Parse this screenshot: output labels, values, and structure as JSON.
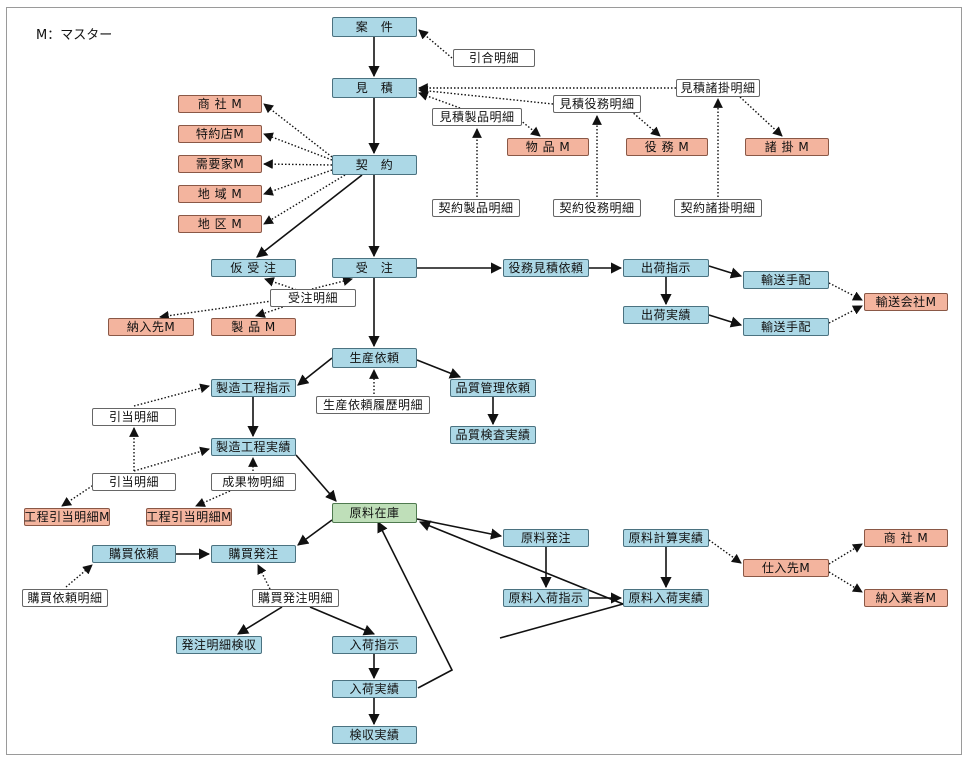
{
  "legend": "M：マスター",
  "nodes": {
    "anken": "案　件",
    "hikiai_meisai": "引合明細",
    "mitsumori": "見　積",
    "mitsumori_shokake_meisai": "見積諸掛明細",
    "mitsumori_ekimu_meisai": "見積役務明細",
    "mitsumori_seihin_meisai": "見積製品明細",
    "busshin_m": "物 品 M",
    "ekimu_m": "役 務 M",
    "shokake_m": "諸 掛 M",
    "shosha_m": "商 社 M",
    "tokuyakuten_m": "特約店M",
    "juyouka_m": "需要家M",
    "chiiki_m": "地 域 M",
    "chiku_m": "地 区 M",
    "keiyaku": "契　約",
    "keiyaku_seihin_meisai": "契約製品明細",
    "keiyaku_ekimu_meisai": "契約役務明細",
    "keiyaku_shokake_meisai": "契約諸掛明細",
    "karijuchu": "仮 受 注",
    "juchu": "受　注",
    "juchu_meisai": "受注明細",
    "nounyusaki_m": "納入先M",
    "seihin_m": "製 品 M",
    "ekimu_mitsumori_irai": "役務見積依頼",
    "shukka_shiji": "出荷指示",
    "yuso_tehai_1": "輸送手配",
    "yuso_kaisha_m": "輸送会社M",
    "shukka_jisseki": "出荷実績",
    "yuso_tehai_2": "輸送手配",
    "seisan_irai": "生産依頼",
    "seizo_koutei_shiji": "製造工程指示",
    "hikiate_meisai_1": "引当明細",
    "seisan_irai_rireki_meisai": "生産依頼履歴明細",
    "hinshitsu_kanri_irai": "品質管理依頼",
    "hinshitsu_kensa_jisseki": "品質検査実績",
    "seizo_koutei_jisseki": "製造工程実績",
    "hikiate_meisai_2": "引当明細",
    "seikabutsu_meisai": "成果物明細",
    "koutei_hikiate_meisai_m": "工程引当明細M",
    "koutei_hikiate_meisai_m2": "工程引当明細M",
    "genryo_zaiko": "原料在庫",
    "koubai_irai": "購買依頼",
    "koubai_hacchu": "購買発注",
    "genryo_hacchu": "原料発注",
    "genryo_keisan_jisseki": "原料計算実績",
    "shiiresaki_m": "仕入先M",
    "shosha_m2": "商 社 M",
    "nounyu_gyousha_m": "納入業者M",
    "koubai_irai_meisai": "購買依頼明細",
    "koubai_hacchu_meisai": "購買発注明細",
    "genryo_nyuka_shiji": "原料入荷指示",
    "genryo_nyuka_jisseki": "原料入荷実績",
    "hacchu_meisai_kenshu": "発注明細検収",
    "nyuka_shiji": "入荷指示",
    "nyuka_jisseki": "入荷実績",
    "kenshu_jisseki": "検収実績"
  }
}
